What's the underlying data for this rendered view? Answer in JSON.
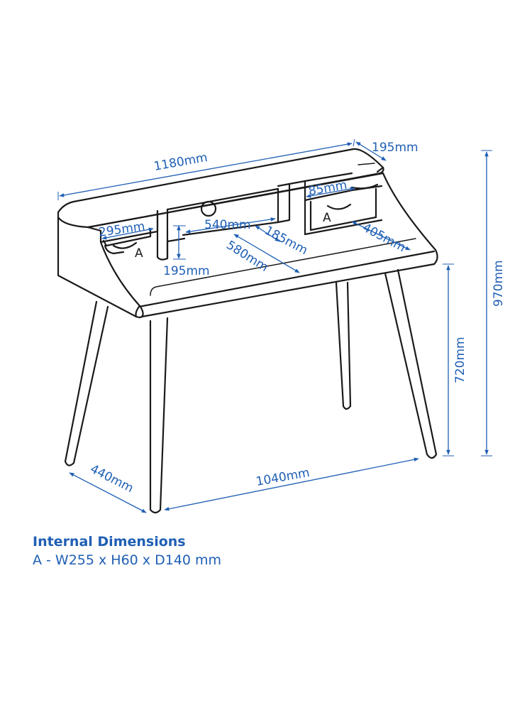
{
  "dimensions": {
    "overall_width": "1180mm",
    "hutch_depth": "195mm",
    "drawer_height": "85mm",
    "drawer_width": "295mm",
    "shelf_width": "540mm",
    "inner_depth": "185mm",
    "right_desktop_depth": "405mm",
    "desktop_depth": "580mm",
    "hutch_clearance": "195mm",
    "total_height": "970mm",
    "desk_height": "720mm",
    "leg_depth": "440mm",
    "leg_width": "1040mm"
  },
  "drawer_labels": {
    "left": "A",
    "right": "A"
  },
  "internal": {
    "title": "Internal Dimensions",
    "detail": "A - W255 x H60 x D140 mm"
  },
  "colors": {
    "annotation": "#1f5fb4",
    "line": "#1a1a1a",
    "background": "#ffffff"
  }
}
